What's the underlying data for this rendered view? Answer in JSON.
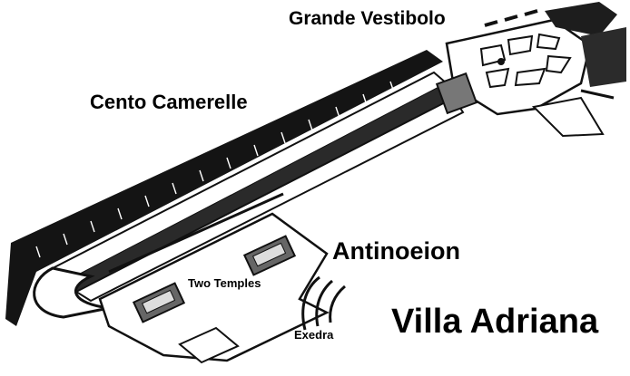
{
  "labels": {
    "grande_vestibolo": "Grande Vestibolo",
    "cento_camerelle": "Cento Camerelle",
    "antinoeion": "Antinoeion",
    "two_temples": "Two Temples",
    "exedra": "Exedra",
    "title": "Villa Adriana"
  },
  "colors": {
    "ink": "#111111",
    "paper": "#ffffff",
    "shade": "#8a8a8a"
  }
}
